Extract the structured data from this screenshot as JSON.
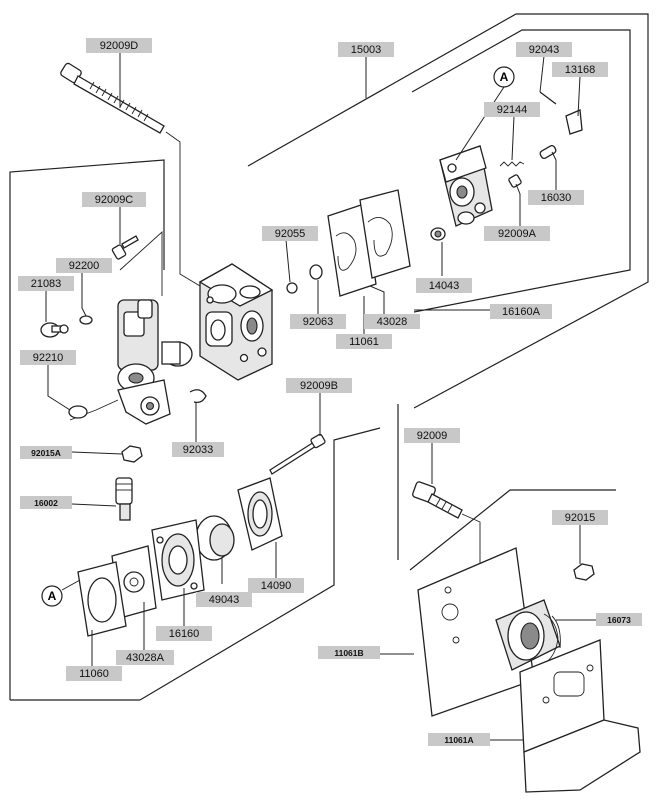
{
  "labels": [
    {
      "id": "92009D",
      "text": "92009D",
      "small": false
    },
    {
      "id": "15003",
      "text": "15003",
      "small": false
    },
    {
      "id": "92043",
      "text": "92043",
      "small": false
    },
    {
      "id": "13168",
      "text": "13168",
      "small": false
    },
    {
      "id": "92144",
      "text": "92144",
      "small": false
    },
    {
      "id": "16030",
      "text": "16030",
      "small": false
    },
    {
      "id": "92009A",
      "text": "92009A",
      "small": false
    },
    {
      "id": "14043",
      "text": "14043",
      "small": false
    },
    {
      "id": "16160A",
      "text": "16160A",
      "small": false
    },
    {
      "id": "92009C",
      "text": "92009C",
      "small": false
    },
    {
      "id": "92055",
      "text": "92055",
      "small": false
    },
    {
      "id": "92200",
      "text": "92200",
      "small": false
    },
    {
      "id": "21083",
      "text": "21083",
      "small": false
    },
    {
      "id": "92063",
      "text": "92063",
      "small": false
    },
    {
      "id": "43028",
      "text": "43028",
      "small": false
    },
    {
      "id": "11061",
      "text": "11061",
      "small": false
    },
    {
      "id": "92210",
      "text": "92210",
      "small": false
    },
    {
      "id": "92009B",
      "text": "92009B",
      "small": false
    },
    {
      "id": "92015A",
      "text": "92015A",
      "small": true
    },
    {
      "id": "92033",
      "text": "92033",
      "small": false
    },
    {
      "id": "92009",
      "text": "92009",
      "small": false
    },
    {
      "id": "16002",
      "text": "16002",
      "small": true
    },
    {
      "id": "92015",
      "text": "92015",
      "small": false
    },
    {
      "id": "14090",
      "text": "14090",
      "small": false
    },
    {
      "id": "49043",
      "text": "49043",
      "small": false
    },
    {
      "id": "16073",
      "text": "16073",
      "small": true
    },
    {
      "id": "16160",
      "text": "16160",
      "small": false
    },
    {
      "id": "11061B",
      "text": "11061B",
      "small": true
    },
    {
      "id": "43028A",
      "text": "43028A",
      "small": false
    },
    {
      "id": "11060",
      "text": "11060",
      "small": false
    },
    {
      "id": "11061A",
      "text": "11061A",
      "small": true
    }
  ],
  "reference_marks": [
    "A",
    "A"
  ]
}
